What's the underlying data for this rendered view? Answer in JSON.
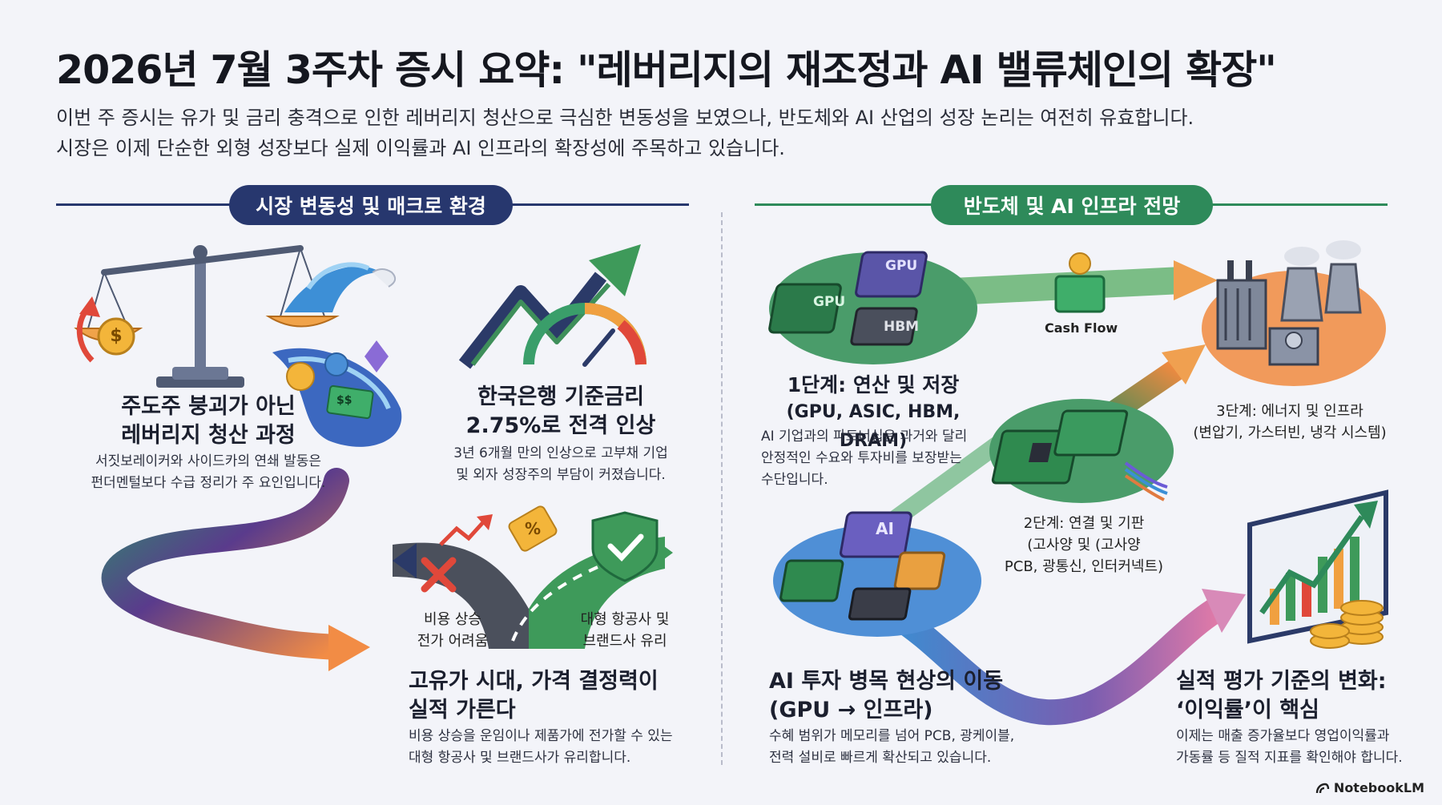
{
  "title": "2026년 7월 3주차 증시 요약: \"레버리지의 재조정과 AI 밸류체인의 확장\"",
  "intro": [
    "이번 주 증시는 유가 및 금리 충격으로 인한 레버리지 청산으로 극심한 변동성을 보였으나, 반도체와 AI 산업의 성장 논리는 여전히 유효합니다.",
    "시장은 이제 단순한 외형 성장보다 실제 이익률과 AI 인프라의 확장성에 주목하고 있습니다."
  ],
  "left_section": {
    "pill": "시장 변동성 및 매크로 환경",
    "card1": {
      "heading": [
        "주도주 붕괴가 아닌",
        "레버리지 청산 과정"
      ],
      "body": [
        "서짓보레이커와 사이드카의 연쇄 발동은",
        "펀더멘털보다 수급 정리가 주 요인입니다."
      ],
      "bill_text": "$$",
      "coin_symbol": "$"
    },
    "card2": {
      "heading": [
        "한국은행 기준금리",
        "2.75%로 전격 인상"
      ],
      "body": [
        "3년 6개월 만의 인상으로 고부채 기업",
        "및 외자 성장주의 부담이 커졌습니다."
      ]
    },
    "card3": {
      "road_left": [
        "비용 상승",
        "전가 어려움"
      ],
      "road_right": [
        "대형 항공사 및",
        "브랜드사 유리"
      ],
      "heading": [
        "고유가 시대, 가격 결정력이",
        "실적 가른다"
      ],
      "body": [
        "비용 상승을 운임이나 제품가에 전가할 수 있는",
        "대형 항공사 및 브랜드사가 유리합니다."
      ],
      "tag_symbol": "%"
    }
  },
  "right_section": {
    "pill": "반도체 및 AI 인프라 전망",
    "chips": {
      "gpu1": "GPU",
      "gpu2": "GPU",
      "hbm": "HBM",
      "ai": "AI"
    },
    "cash_flow": "Cash Flow",
    "stage1": {
      "heading": "1단계: 연산 및 저장",
      "subheading": "(GPU, ASIC, HBM, DRAM)",
      "body": [
        "AI 기업과의 파트너십은 과거와 달리",
        "안정적인 수요와 투자비를 보장받는",
        "수단입니다."
      ]
    },
    "stage2": {
      "lines": [
        "2단계: 연결 및 기판",
        "(고사양 및 (고사양",
        "PCB, 광통신, 인터커넥트)"
      ]
    },
    "stage3": {
      "lines": [
        "3단계: 에너지 및 인프라",
        "(변압기, 가스터빈, 냉각 시스템)"
      ]
    },
    "bottleneck": {
      "heading": [
        "AI 투자 병목 현상의 이동",
        "(GPU → 인프라)"
      ],
      "body": [
        "수혜 범위가 메모리를 넘어 PCB, 광케이블,",
        "전력 설비로 빠르게 확산되고 있습니다."
      ]
    },
    "earnings": {
      "heading": [
        "실적 평가 기준의 변화:",
        "‘이익률’이 핵심"
      ],
      "body": [
        "이제는 매출 증가율보다 영업이익률과",
        "가동률 등 질적 지표를 확인해야 합니다."
      ]
    }
  },
  "brand": "NotebookLM",
  "colors": {
    "navy": "#27376e",
    "green": "#2e8a5a",
    "orange": "#f28c45",
    "blue_glow": "#4f8fd6"
  }
}
